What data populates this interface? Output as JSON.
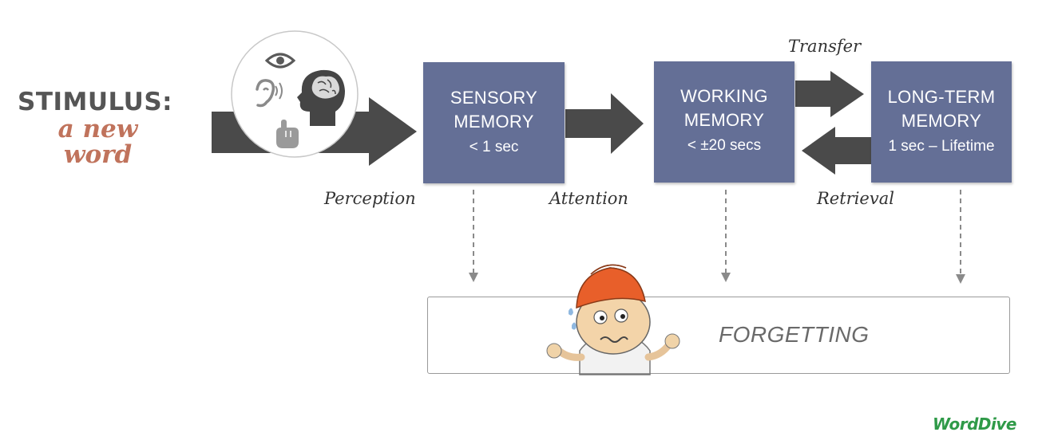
{
  "stimulus": {
    "title": "STIMULUS:",
    "subtitle_line1": "a new",
    "subtitle_line2": "word"
  },
  "stages": {
    "sensory": {
      "title_line1": "SENSORY",
      "title_line2": "MEMORY",
      "duration": "< 1 sec"
    },
    "working": {
      "title_line1": "WORKING",
      "title_line2": "MEMORY",
      "duration": "< ±20 secs"
    },
    "longterm": {
      "title_line1": "LONG-TERM",
      "title_line2": "MEMORY",
      "duration": "1 sec – Lifetime"
    }
  },
  "flow_labels": {
    "perception": "Perception",
    "attention": "Attention",
    "transfer": "Transfer",
    "retrieval": "Retrieval"
  },
  "forgetting": {
    "label": "FORGETTING"
  },
  "logo": {
    "text": "WordDive"
  },
  "colors": {
    "box": "#646f96",
    "arrow": "#4a4a4a",
    "dashed": "#8a8a8a",
    "stimulus_title": "#555555",
    "stimulus_sub": "#c0735c",
    "logo": "#2f9a48"
  },
  "icons": [
    "eye-icon",
    "ear-icon",
    "head-brain-icon",
    "pointing-hand-icon",
    "confused-character-icon"
  ]
}
